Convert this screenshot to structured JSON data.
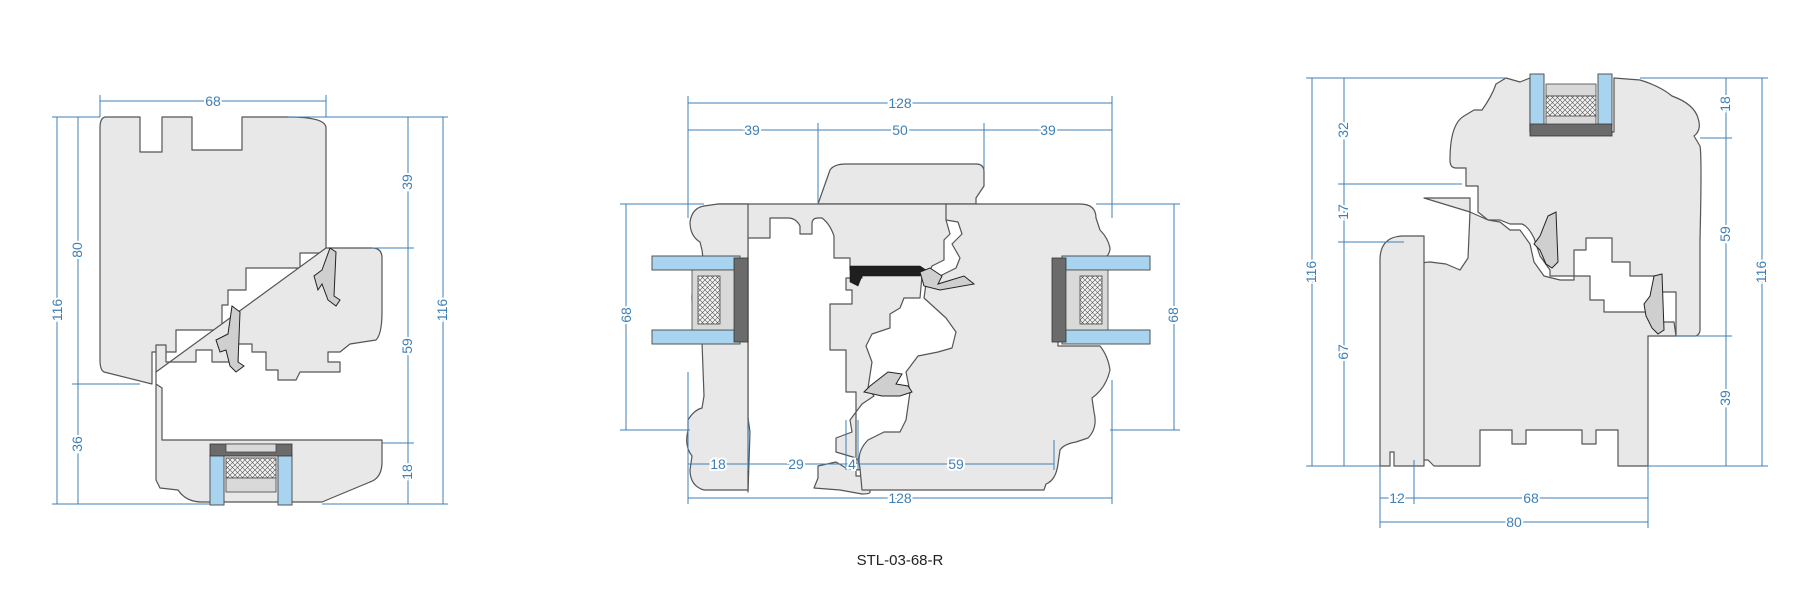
{
  "drawing_code": "STL-03-68-R",
  "colors": {
    "dimension": "#3f7fb5",
    "wood": "#e8e8e8",
    "glass": "#a8d4ef",
    "seal": "#6b6b6b"
  },
  "sections": [
    {
      "id": "left",
      "dimensions": {
        "top_width": "68",
        "left_overall": "116",
        "left_upper": "80",
        "left_lower": "36",
        "right_overall": "116",
        "right_top": "39",
        "right_mid": "59",
        "right_bottom": "18"
      }
    },
    {
      "id": "center",
      "dimensions": {
        "top_overall": "128",
        "top_left": "39",
        "top_mid": "50",
        "top_right": "39",
        "left_height": "68",
        "right_height": "68",
        "bottom_a": "18",
        "bottom_b": "29",
        "bottom_c": "4",
        "bottom_d": "59",
        "bottom_overall": "128"
      }
    },
    {
      "id": "right",
      "dimensions": {
        "left_overall": "116",
        "left_top": "32",
        "left_mid": "17",
        "left_bottom": "67",
        "right_overall": "116",
        "right_top": "18",
        "right_mid": "59",
        "right_bottom": "39",
        "bottom_a": "12",
        "bottom_b": "68",
        "bottom_overall": "80"
      }
    }
  ]
}
